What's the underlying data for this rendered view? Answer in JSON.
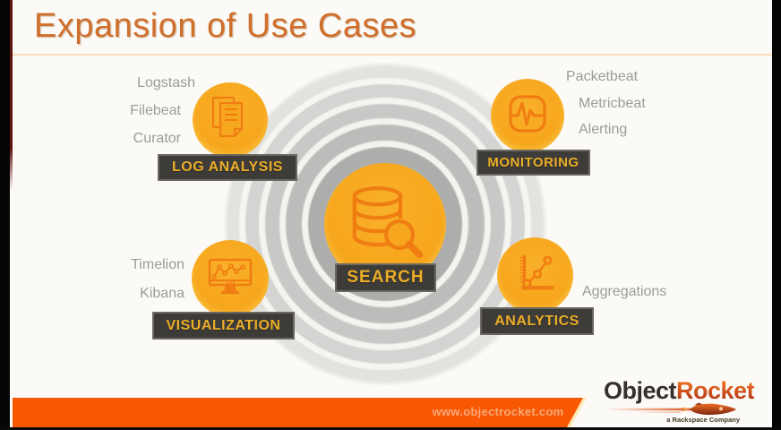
{
  "title": "Expansion of Use Cases",
  "diagram": {
    "center": {
      "label": "SEARCH"
    },
    "top_left": {
      "label": "LOG ANALYSIS",
      "items": [
        "Logstash",
        "Filebeat",
        "Curator"
      ]
    },
    "top_right": {
      "label": "MONITORING",
      "items": [
        "Packetbeat",
        "Metricbeat",
        "Alerting"
      ]
    },
    "bottom_left": {
      "label": "VISUALIZATION",
      "items": [
        "Timelion",
        "Kibana"
      ]
    },
    "bottom_right": {
      "label": "ANALYTICS",
      "items": [
        "Aggregations"
      ]
    }
  },
  "footer": {
    "url": "www.objectrocket.com"
  },
  "logo": {
    "word1": "Object",
    "word2": "Rocket",
    "tagline": "a Rackspace Company"
  },
  "colors": {
    "title": "#D06F2B",
    "circle_fill": "#F7A71E",
    "icon_stroke": "#EF7D12",
    "plate_bg": "#3E3C38",
    "plate_text": "#ECAE29",
    "side_label": "#9B9B98",
    "banner": "#F95803",
    "banner_text": "#F8A878",
    "ripple_gray": "#B2B2B0"
  }
}
